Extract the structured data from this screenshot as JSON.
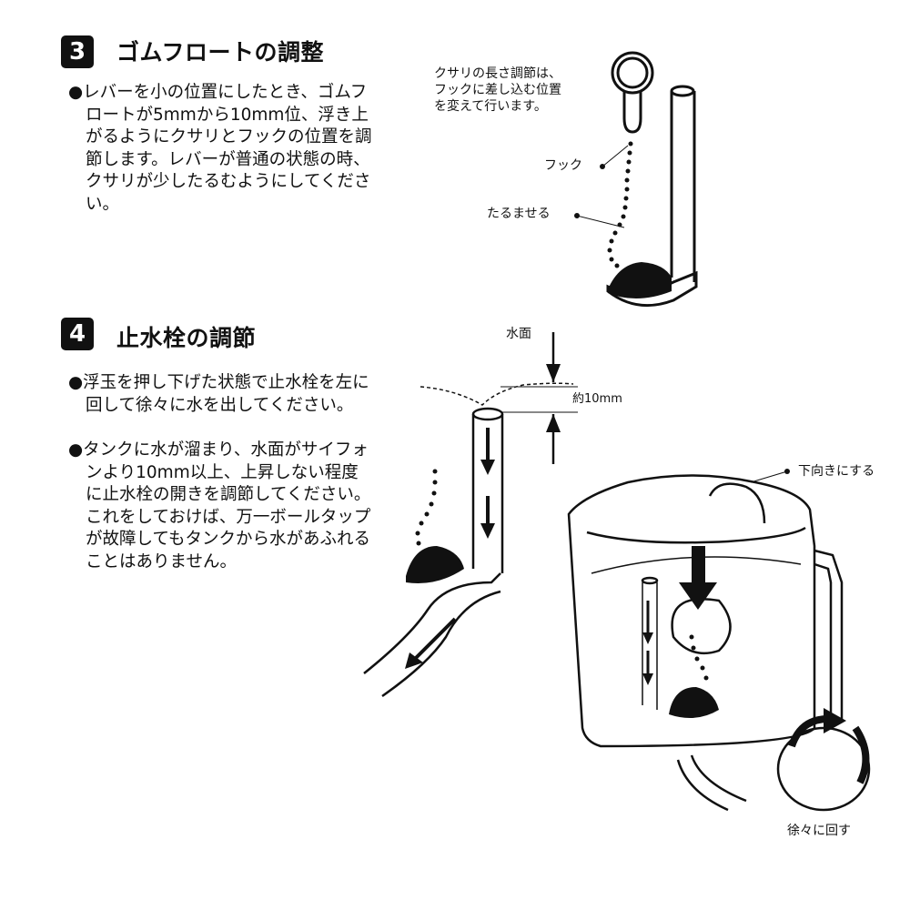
{
  "section3": {
    "number": "3",
    "title": "ゴムフロートの調整",
    "paragraphs": [
      "●レバーを小の位置にしたとき、ゴムフロートが5mmから10mm位、浮き上がるようにクサリとフックの位置を調節します。レバーが普通の状態の時、クサリが少したるむようにしてください。"
    ],
    "figure": {
      "note": "クサリの長さ調節は、\nフックに差し込む位置\nを変えて行います。",
      "hook_label": "フック",
      "slack_label": "たるませる"
    }
  },
  "section4": {
    "number": "4",
    "title": "止水栓の調節",
    "paragraphs": [
      "●浮玉を押し下げた状態で止水栓を左に回して徐々に水を出してください。",
      "●タンクに水が溜まり、水面がサイフォンより10mm以上、上昇しない程度に止水栓の開きを調節してください。これをしておけば、万一ボールタップが故障してもタンクから水があふれることはありません。"
    ],
    "figure": {
      "water_surface_label": "水面",
      "gap_label": "約10mm",
      "downward_label": "下向きにする",
      "turn_label": "徐々に回す"
    }
  }
}
